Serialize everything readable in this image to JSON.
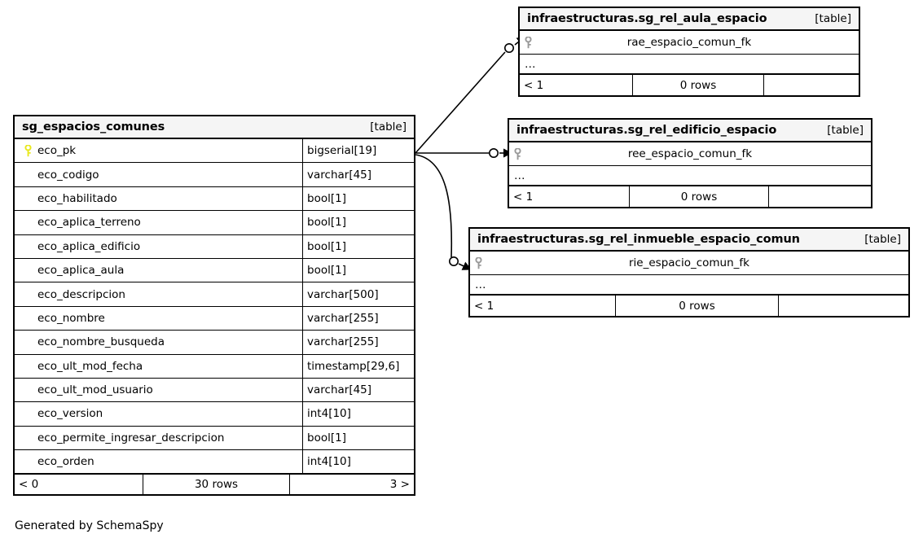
{
  "caption": "Generated by SchemaSpy",
  "labels": {
    "table_kind": "[table]",
    "ellipsis": "…",
    "pk_icon": "yellow-key-icon",
    "fk_icon": "gray-key-icon"
  },
  "colors": {
    "primary_key": "#e8e81c",
    "foreign_key": "#999999",
    "header_fill": "#f5f5f5",
    "border": "#000000",
    "background": "#ffffff"
  },
  "main_table": {
    "name": "sg_espacios_comunes",
    "kind": "[table]",
    "columns": [
      {
        "name": "eco_pk",
        "type": "bigserial[19]",
        "key": "pk"
      },
      {
        "name": "eco_codigo",
        "type": "varchar[45]",
        "key": ""
      },
      {
        "name": "eco_habilitado",
        "type": "bool[1]",
        "key": ""
      },
      {
        "name": "eco_aplica_terreno",
        "type": "bool[1]",
        "key": ""
      },
      {
        "name": "eco_aplica_edificio",
        "type": "bool[1]",
        "key": ""
      },
      {
        "name": "eco_aplica_aula",
        "type": "bool[1]",
        "key": ""
      },
      {
        "name": "eco_descripcion",
        "type": "varchar[500]",
        "key": ""
      },
      {
        "name": "eco_nombre",
        "type": "varchar[255]",
        "key": ""
      },
      {
        "name": "eco_nombre_busqueda",
        "type": "varchar[255]",
        "key": ""
      },
      {
        "name": "eco_ult_mod_fecha",
        "type": "timestamp[29,6]",
        "key": ""
      },
      {
        "name": "eco_ult_mod_usuario",
        "type": "varchar[45]",
        "key": ""
      },
      {
        "name": "eco_version",
        "type": "int4[10]",
        "key": ""
      },
      {
        "name": "eco_permite_ingresar_descripcion",
        "type": "bool[1]",
        "key": ""
      },
      {
        "name": "eco_orden",
        "type": "int4[10]",
        "key": ""
      }
    ],
    "footer": {
      "left": "< 0",
      "center": "30 rows",
      "right": "3 >"
    }
  },
  "related_tables": [
    {
      "name": "infraestructuras.sg_rel_aula_espacio",
      "kind": "[table]",
      "column": {
        "name": "rae_espacio_comun_fk",
        "key": "fk"
      },
      "ellipsis": "…",
      "footer": {
        "left": "< 1",
        "center": "0 rows",
        "right": ""
      }
    },
    {
      "name": "infraestructuras.sg_rel_edificio_espacio",
      "kind": "[table]",
      "column": {
        "name": "ree_espacio_comun_fk",
        "key": "fk"
      },
      "ellipsis": "…",
      "footer": {
        "left": "< 1",
        "center": "0 rows",
        "right": ""
      }
    },
    {
      "name": "infraestructuras.sg_rel_inmueble_espacio_comun",
      "kind": "[table]",
      "column": {
        "name": "rie_espacio_comun_fk",
        "key": "fk"
      },
      "ellipsis": "…",
      "footer": {
        "left": "< 1",
        "center": "0 rows",
        "right": ""
      }
    }
  ]
}
